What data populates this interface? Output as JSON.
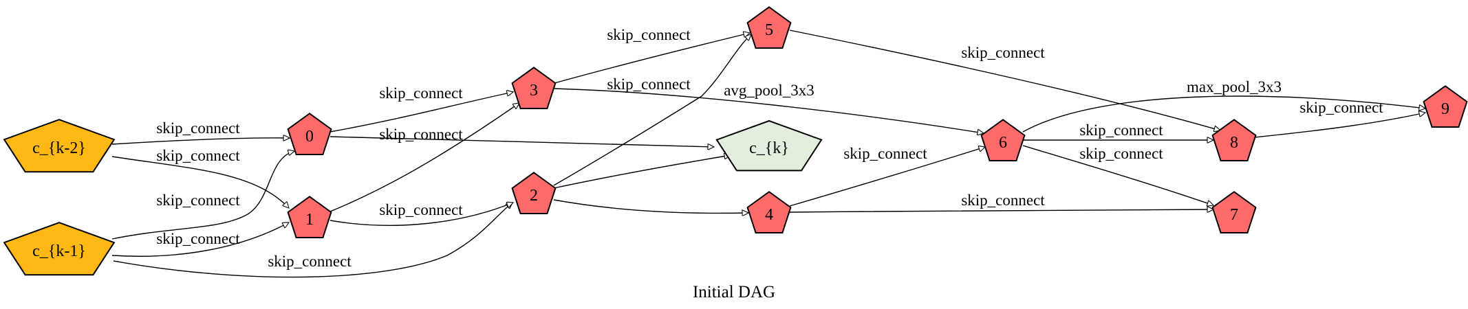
{
  "caption": "Initial DAG",
  "colors": {
    "input_fill": "#ffb915",
    "op_fill": "#ff6b6b",
    "output_fill": "#e3efdd",
    "stroke": "#000000"
  },
  "nodes": [
    {
      "id": "ck2",
      "label": "c_{k-2}",
      "kind": "input"
    },
    {
      "id": "ck1",
      "label": "c_{k-1}",
      "kind": "input"
    },
    {
      "id": "n0",
      "label": "0",
      "kind": "op"
    },
    {
      "id": "n1",
      "label": "1",
      "kind": "op"
    },
    {
      "id": "n2",
      "label": "2",
      "kind": "op"
    },
    {
      "id": "n3",
      "label": "3",
      "kind": "op"
    },
    {
      "id": "n4",
      "label": "4",
      "kind": "op"
    },
    {
      "id": "n5",
      "label": "5",
      "kind": "op"
    },
    {
      "id": "n6",
      "label": "6",
      "kind": "op"
    },
    {
      "id": "n7",
      "label": "7",
      "kind": "op"
    },
    {
      "id": "n8",
      "label": "8",
      "kind": "op"
    },
    {
      "id": "n9",
      "label": "9",
      "kind": "op"
    },
    {
      "id": "ck",
      "label": "c_{k}",
      "kind": "output"
    }
  ],
  "edges": [
    {
      "from": "ck2",
      "to": "n0",
      "label": "skip_connect"
    },
    {
      "from": "ck2",
      "to": "n1",
      "label": "skip_connect"
    },
    {
      "from": "ck1",
      "to": "n0",
      "label": "skip_connect"
    },
    {
      "from": "ck1",
      "to": "n1",
      "label": "skip_connect"
    },
    {
      "from": "ck1",
      "to": "n2",
      "label": "skip_connect"
    },
    {
      "from": "n0",
      "to": "n3",
      "label": "skip_connect"
    },
    {
      "from": "n0",
      "to": "ck",
      "label": "skip_connect"
    },
    {
      "from": "n1",
      "to": "n3",
      "label": ""
    },
    {
      "from": "n1",
      "to": "n2",
      "label": "skip_connect"
    },
    {
      "from": "n1",
      "to": "n4",
      "label": "skip_connect"
    },
    {
      "from": "n2",
      "to": "n5",
      "label": "skip_connect"
    },
    {
      "from": "n2",
      "to": "ck",
      "label": ""
    },
    {
      "from": "n2",
      "to": "n4",
      "label": "skip_connect"
    },
    {
      "from": "n3",
      "to": "n5",
      "label": "avg_pool_3x3"
    },
    {
      "from": "n3",
      "to": "n6",
      "label": "skip_connect"
    },
    {
      "from": "n4",
      "to": "n6",
      "label": "skip_connect"
    },
    {
      "from": "n4",
      "to": "n7",
      "label": "skip_connect"
    },
    {
      "from": "n5",
      "to": "n8",
      "label": "max_pool_3x3"
    },
    {
      "from": "n6",
      "to": "n9",
      "label": "skip_connect"
    },
    {
      "from": "n6",
      "to": "n8",
      "label": "skip_connect"
    },
    {
      "from": "n6",
      "to": "n7",
      "label": "skip_connect"
    },
    {
      "from": "n8",
      "to": "n9",
      "label": "max_pool_3x3"
    }
  ]
}
